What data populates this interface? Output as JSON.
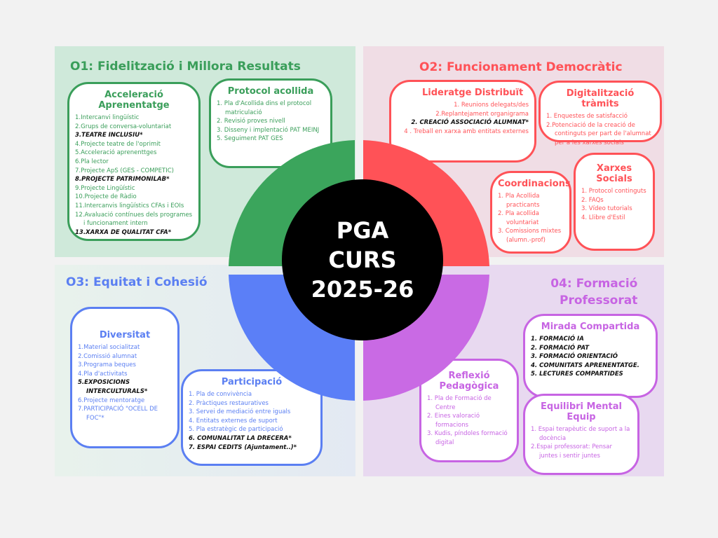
{
  "center": {
    "line1": "PGA",
    "line2": "CURS",
    "line3": "2025-26"
  },
  "colors": {
    "o1": "#3a9e5a",
    "o2": "#ff5257",
    "o3": "#5b7ff2",
    "o4": "#c764e3",
    "center": "#000000"
  },
  "o1": {
    "title": "O1:  Fidelització i Millora Resultats",
    "acceleracio": {
      "title": "Acceleració Aprenentatge",
      "items": [
        "1.Intercanvi lingüístic",
        "2.Grups de conversa-voluntariat",
        "3.TEATRE INCLUSIU*",
        "4.Projecte  teatre de l'oprimit",
        "5.Acceleració aprenenttges",
        "6.Pla lector",
        "7.Projecte ApS (GES - COMPETIC)",
        "8.PROJECTE PATRIMONILAB*",
        "9.Projecte Lingüístic",
        "10.Projecte de Ràdio",
        "11.Intercanvis lingüístics CFAs i EOIs",
        "12.Avaluació contínues dels programes i funcionament intern",
        "13.XARXA DE QUALITAT CFA*"
      ]
    },
    "protocol": {
      "title": "Protocol acollida",
      "items": [
        "1. Pla d'Acollida dins el protocol matriculació",
        "2. Revisió proves nivell",
        "3. Disseny i implentació PAT MEINJ",
        "5. Seguiment PAT GES"
      ]
    }
  },
  "o2": {
    "title": "O2:  Funcionament Democràtic",
    "lideratge": {
      "title": "Lideratge Distribuït",
      "items": [
        "1. Reunions delegats/des",
        "2.Replantejament organigrama",
        "2. CREACIÓ ASSOCIACIÓ ALUMNAT*",
        "4 . Treball en xarxa amb entitats externes"
      ]
    },
    "digitalitzacio": {
      "title": "Digitalització tràmits",
      "items": [
        "1. Enquestes de satisfacció",
        "2.Potenciació de la creació de continguts per part de l'alumnat per a les xarxes socials"
      ]
    },
    "coordinacions": {
      "title": "Coordinacions",
      "items": [
        "1. Pla Acollida practicants",
        "2. Pla acollida voluntariat",
        "3. Comissions mixtes (alumn.-prof)"
      ]
    },
    "xarxes": {
      "title": "Xarxes Socials",
      "items": [
        "1. Protocol continguts",
        "2.  FAQs",
        "3. Vídeo tutorials",
        "4. Llibre d'Estil"
      ]
    }
  },
  "o3": {
    "title": "O3: Equitat i Cohesió",
    "diversitat": {
      "title": "Diversitat",
      "items": [
        "1.Material socialitzat",
        "2.Comissió alumnat",
        "3.Programa beques",
        "4.Pla d'activitats",
        "5.EXPOSICIONS INTERCULTURALS*",
        "6.Projecte mentoratge",
        "7.PARTICIPACIÓ \"OCELL DE FOC\"*"
      ]
    },
    "participacio": {
      "title": "Participació",
      "items": [
        "1. Pla de convivència",
        "2. Pràctiques restauratives",
        "3. Servei de mediació entre iguals",
        "4. Entitats externes de suport",
        "5. Pla estratègic de participació",
        "6. COMUNALITAT LA DRECERA*",
        "7. ESPAI CEDITS  (Ajuntament..)*"
      ]
    }
  },
  "o4": {
    "title_line1": "04: Formació",
    "title_line2": "Professorat",
    "mirada": {
      "title": "Mirada Compartida",
      "items": [
        "1. FORMACIÓ IA",
        "2. FORMACIÓ PAT",
        "3. FORMACIÓ ORIENTACIÓ",
        "4. COMUNITATS APRENENTATGE.",
        "5. LECTURES COMPARTIDES"
      ]
    },
    "reflexio": {
      "title": "Reflexió Pedagògica",
      "items": [
        "1. Pla de Formació de Centre",
        "2. Eines valoració formacions",
        "3. Kudis, píndoles formació digital"
      ]
    },
    "equilibri": {
      "title": "Equilibri Mental Equip",
      "items": [
        "1. Espai terapèutic de suport a la docència",
        "2.Espai professorat: Pensar juntes i sentir juntes"
      ]
    }
  }
}
